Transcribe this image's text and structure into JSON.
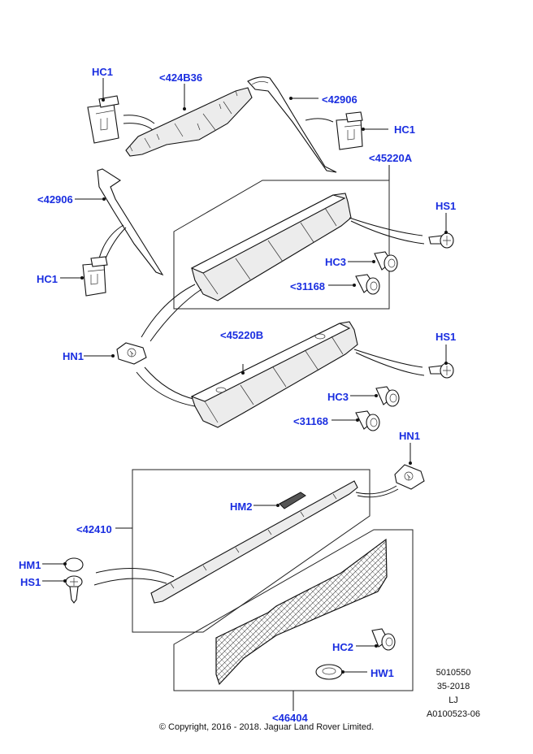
{
  "diagram": {
    "title": "Rear load floor / tailgate trim panels parts diagram",
    "label_color": "#1a2ee0",
    "callouts": [
      {
        "id": "hc1-top-left",
        "text": "HC1"
      },
      {
        "id": "424b36",
        "text": "<424B36"
      },
      {
        "id": "42906-right",
        "text": "<42906"
      },
      {
        "id": "hc1-right",
        "text": "HC1"
      },
      {
        "id": "45220a",
        "text": "<45220A"
      },
      {
        "id": "42906-left",
        "text": "<42906"
      },
      {
        "id": "hs1-upper",
        "text": "HS1"
      },
      {
        "id": "hc1-left",
        "text": "HC1"
      },
      {
        "id": "hc3-upper",
        "text": "HC3"
      },
      {
        "id": "31168-upper",
        "text": "<31168"
      },
      {
        "id": "hn1-left",
        "text": "HN1"
      },
      {
        "id": "45220b",
        "text": "<45220B"
      },
      {
        "id": "hs1-middle",
        "text": "HS1"
      },
      {
        "id": "hc3-lower",
        "text": "HC3"
      },
      {
        "id": "31168-lower",
        "text": "<31168"
      },
      {
        "id": "hn1-right",
        "text": "HN1"
      },
      {
        "id": "hm2",
        "text": "HM2"
      },
      {
        "id": "42410",
        "text": "<42410"
      },
      {
        "id": "hm1",
        "text": "HM1"
      },
      {
        "id": "hs1-lower",
        "text": "HS1"
      },
      {
        "id": "hc2",
        "text": "HC2"
      },
      {
        "id": "hw1",
        "text": "HW1"
      },
      {
        "id": "46404",
        "text": "<46404"
      }
    ],
    "info_block": [
      "5010550",
      "35-2018",
      "LJ",
      "A0100523-06"
    ],
    "copyright": "© Copyright, 2016 - 2018. Jaguar Land Rover Limited."
  }
}
